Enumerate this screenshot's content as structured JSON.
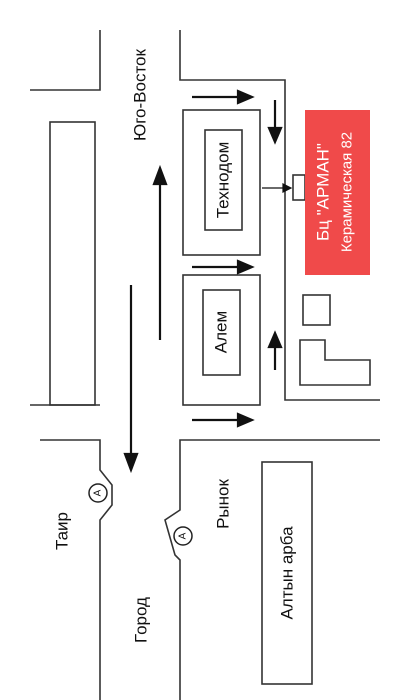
{
  "map": {
    "label_yugo_vostok": "Юго-Восток",
    "label_tekhnodom": "Технодом",
    "label_alem": "Алем",
    "label_bts_arman": "Бц \"АРМАН\"",
    "label_keramicheskaya": "Керамическая 82",
    "label_tair": "Таир",
    "label_gorod": "Город",
    "label_rynok": "Рынок",
    "label_altyn_arba": "Алтын арба",
    "bus_stop_letter_1": "A",
    "bus_stop_letter_2": "A"
  },
  "colors": {
    "highlight": "#f04a4a",
    "line": "#222222",
    "background": "#ffffff"
  },
  "icons": [
    "bus-stop-icon",
    "arrow-icon"
  ]
}
